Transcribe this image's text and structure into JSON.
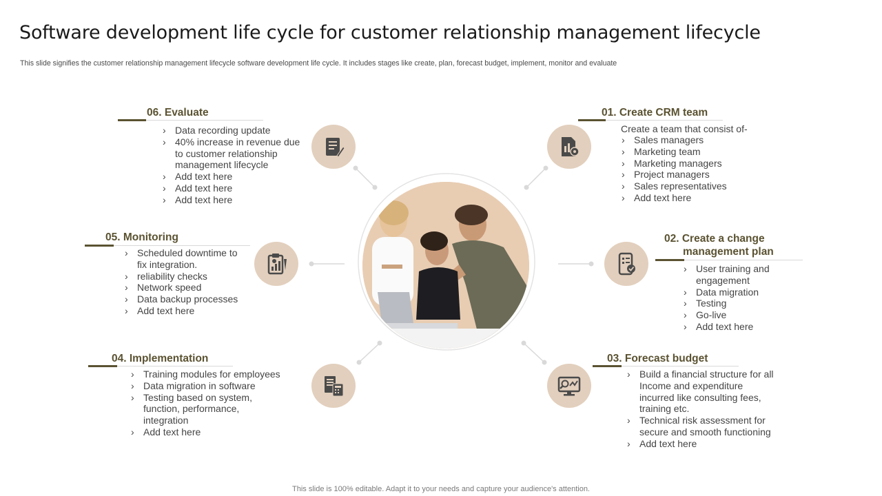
{
  "title": "Software development life cycle for customer relationship management lifecycle",
  "subtitle": "This slide signifies the customer relationship management lifecycle software development life cycle. It includes stages like create, plan, forecast budget, implement, monitor and evaluate",
  "footer": "This slide is 100% editable. Adapt it to your needs and capture your audience's attention.",
  "colors": {
    "accent": "#5a5231",
    "icon_bg": "#e2cfbd",
    "icon_fg": "#4a4a4a",
    "connector": "#d9d9d9"
  },
  "center_image": "team-working-at-laptop-photo",
  "stages": {
    "s01": {
      "heading": "01. Create CRM team",
      "intro": "Create a team that consist of-",
      "icon": "document-gear-icon",
      "items": [
        "Sales managers",
        "Marketing team",
        "Marketing managers",
        "Project managers",
        "Sales representatives",
        "Add text here"
      ]
    },
    "s02": {
      "heading_line1": "02. Create a change",
      "heading_line2": "management plan",
      "icon": "mobile-checklist-icon",
      "items": [
        "User training and engagement",
        "Data migration",
        "Testing",
        "Go-live",
        "Add text here"
      ]
    },
    "s03": {
      "heading": "03. Forecast budget",
      "icon": "monitor-analytics-icon",
      "items": [
        "Build a financial structure for all Income and expenditure incurred like consulting fees, training etc.",
        "Technical risk assessment for secure and smooth functioning",
        "Add text here"
      ]
    },
    "s04": {
      "heading": "04. Implementation",
      "icon": "calculator-documents-icon",
      "items": [
        "Training modules for employees",
        "Data migration in software",
        "Testing based on system, function, performance, integration",
        "Add text here"
      ]
    },
    "s05": {
      "heading": "05. Monitoring",
      "icon": "clipboard-chart-icon",
      "items": [
        "Scheduled downtime to fix integration.",
        "reliability checks",
        "Network speed",
        "Data backup processes",
        "Add text here"
      ]
    },
    "s06": {
      "heading": "06. Evaluate",
      "icon": "report-pen-icon",
      "items": [
        "Data recording update",
        "40% increase in revenue due to customer relationship management lifecycle",
        "Add text here",
        "Add text here",
        "Add text here"
      ]
    }
  }
}
